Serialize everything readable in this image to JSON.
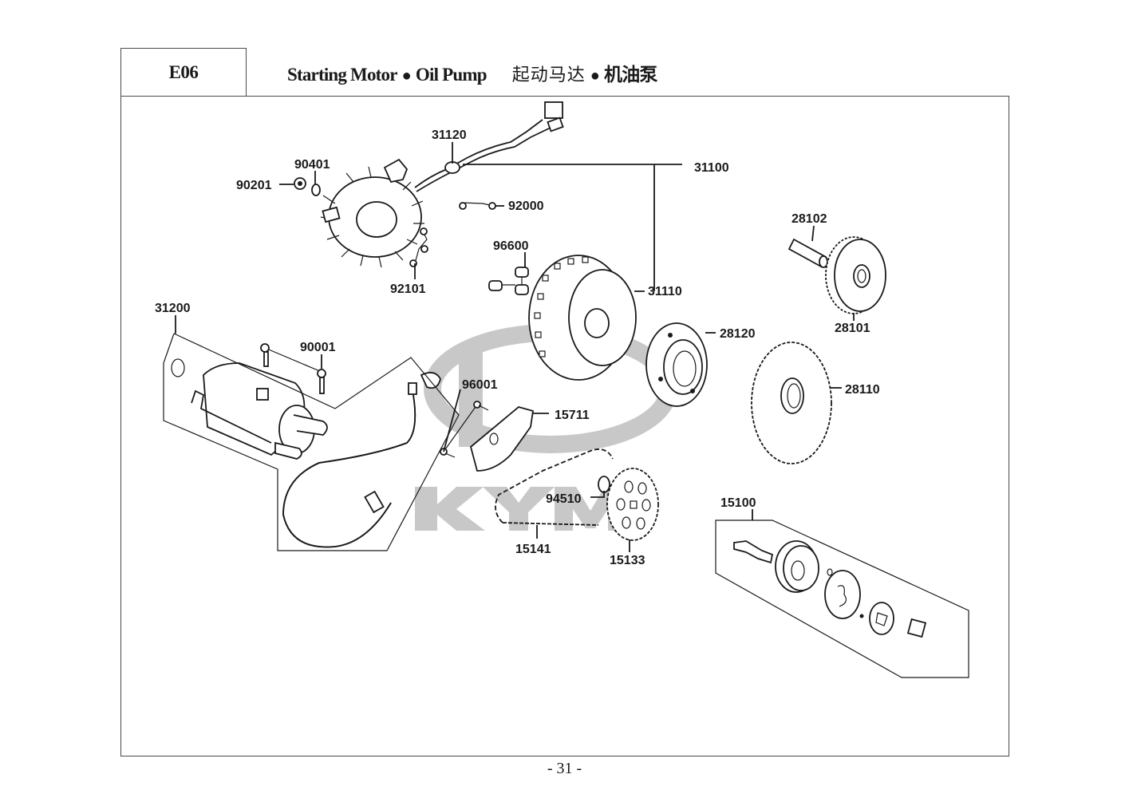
{
  "header": {
    "section_code": "E06",
    "title_en_part1": "Starting Motor",
    "title_en_part2": "Oil Pump",
    "separator": "●",
    "title_zh_part1": "起动马达",
    "title_zh_part2": "机油泵"
  },
  "watermark": {
    "brand": "KYMCO",
    "color": "#c8c8c8"
  },
  "parts": {
    "p31120": "31120",
    "p31100": "31100",
    "p90401": "90401",
    "p90201": "90201",
    "p92000": "92000",
    "p92101": "92101",
    "p96600": "96600",
    "p31110": "31110",
    "p28102": "28102",
    "p28101": "28101",
    "p31200": "31200",
    "p90001": "90001",
    "p28120": "28120",
    "p96001": "96001",
    "p15711": "15711",
    "p28110": "28110",
    "p94510": "94510",
    "p15141": "15141",
    "p15133": "15133",
    "p15100": "15100"
  },
  "footer": {
    "page_number": "- 31 -"
  }
}
